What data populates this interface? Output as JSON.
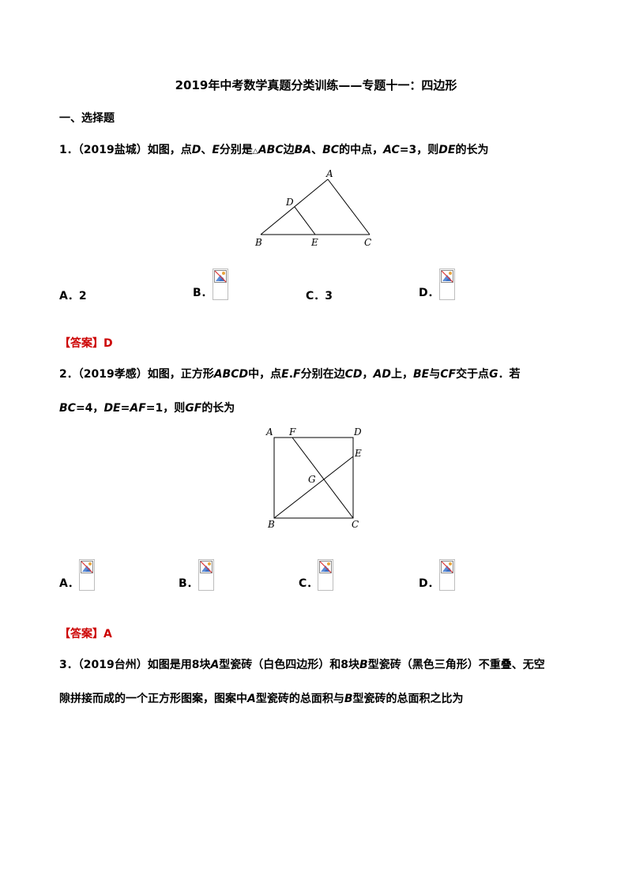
{
  "title": "2019年中考数学真题分类训练——专题十一：四边形",
  "section": "一、选择题",
  "q1": {
    "parts": [
      "1．（2019盐城）如图，点",
      "D",
      "、",
      "E",
      "分别是",
      "△",
      "ABC",
      "边",
      "BA",
      "、",
      "BC",
      "的中点，",
      "AC",
      "=3，则",
      "DE",
      "的长为"
    ],
    "fig_labels": {
      "A": "A",
      "B": "B",
      "C": "C",
      "D": "D",
      "E": "E"
    },
    "opt_a": "A．2",
    "opt_b": "B．",
    "opt_c": "C．3",
    "opt_d": "D．",
    "answer": "【答案】D"
  },
  "q2": {
    "line1": [
      "2．（2019孝感）如图，正方形",
      "ABCD",
      "中，点",
      "E",
      ".",
      "F",
      "分别在边",
      "CD",
      "，",
      "AD",
      "上，",
      "BE",
      "与",
      "CF",
      "交于点",
      "G",
      "．若"
    ],
    "line2": [
      "BC",
      "=4，",
      "DE",
      "=",
      "AF",
      "=1，则",
      "GF",
      "的长为"
    ],
    "fig_labels": {
      "A": "A",
      "F": "F",
      "D": "D",
      "E": "E",
      "G": "G",
      "B": "B",
      "C": "C"
    },
    "opt_a": "A．",
    "opt_b": "B．",
    "opt_c": "C．",
    "opt_d": "D．",
    "answer": "【答案】A"
  },
  "q3": {
    "line1": [
      "3．（2019台州）如图是用8块",
      "A",
      "型瓷砖（白色四边形）和8块",
      "B",
      "型瓷砖（黑色三角形）不重叠、无空"
    ],
    "line2": [
      "隙拼接而成的一个正方形图案，图案中",
      "A",
      "型瓷砖的总面积与",
      "B",
      "型瓷砖的总面积之比为"
    ]
  },
  "colors": {
    "answer": "#cc0000"
  },
  "icons": [
    "broken-image-icon"
  ]
}
